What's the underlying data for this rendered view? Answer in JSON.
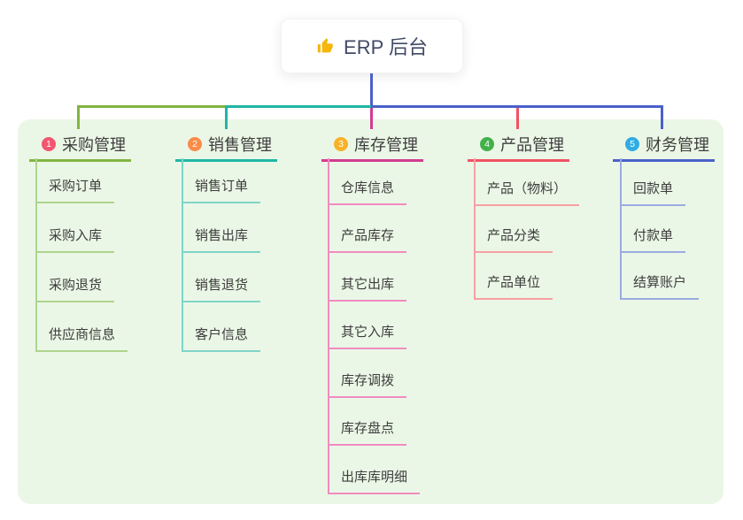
{
  "root": {
    "label": "ERP 后台",
    "icon": "thumbs-up-icon",
    "icon_color": "#F5B60D"
  },
  "colors": {
    "panel_background": "#EBF7E6",
    "root_connector_blue": "#4A61C9",
    "node_text": "#3D3D3D",
    "root_text": "#414A66"
  },
  "branches": [
    {
      "num": "1",
      "label": "采购管理",
      "badge_color": "#F2566E",
      "line_color": "#82B541",
      "child_line_color": "#AFD48F",
      "children": [
        "采购订单",
        "采购入库",
        "采购退货",
        "供应商信息"
      ]
    },
    {
      "num": "2",
      "label": "销售管理",
      "badge_color": "#FA8C48",
      "line_color": "#1FB6A6",
      "child_line_color": "#7FD4C8",
      "children": [
        "销售订单",
        "销售出库",
        "销售退货",
        "客户信息"
      ]
    },
    {
      "num": "3",
      "label": "库存管理",
      "badge_color": "#F8B229",
      "line_color": "#D33C8F",
      "child_line_color": "#F08CC0",
      "children": [
        "仓库信息",
        "产品库存",
        "其它出库",
        "其它入库",
        "库存调拨",
        "库存盘点",
        "出库库明细"
      ]
    },
    {
      "num": "4",
      "label": "产品管理",
      "badge_color": "#43B04A",
      "line_color": "#F25264",
      "child_line_color": "#F7A0A4",
      "children": [
        "产品（物料）",
        "产品分类",
        "产品单位"
      ]
    },
    {
      "num": "5",
      "label": "财务管理",
      "badge_color": "#2FACE3",
      "line_color": "#4A61C9",
      "child_line_color": "#9AABE0",
      "children": [
        "回款单",
        "付款单",
        "结算账户"
      ]
    }
  ]
}
